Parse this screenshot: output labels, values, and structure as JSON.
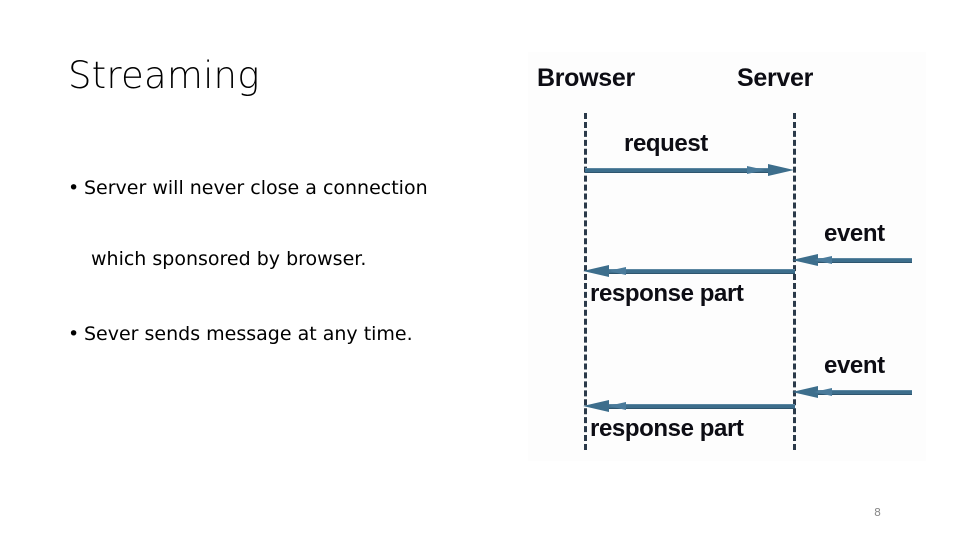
{
  "slide": {
    "title": "Streaming",
    "page_number": "8",
    "background_color": "#ffffff",
    "text_color": "#000000"
  },
  "body": {
    "bullet_marker": "•",
    "bullets": [
      {
        "marker": "•",
        "text": "Server will never close a connection"
      },
      {
        "marker": "",
        "text": "which sponsored by browser."
      },
      {
        "marker": "•",
        "text": "Sever sends message at any time."
      }
    ]
  },
  "diagram": {
    "type": "sequence-diagram",
    "accent_color": "#3d6e8c",
    "lifeline_color": "#2b3a4a",
    "background_color": "#fdfdfd",
    "participants": [
      {
        "name": "browser",
        "label": "Browser"
      },
      {
        "name": "server",
        "label": "Server"
      }
    ],
    "messages": [
      {
        "id": "request",
        "label": "request",
        "from": "browser",
        "to": "server",
        "direction": "right"
      },
      {
        "id": "event-1",
        "label": "event",
        "from": "external",
        "to": "server",
        "direction": "left"
      },
      {
        "id": "response-1",
        "label": "response part",
        "from": "server",
        "to": "browser",
        "direction": "left"
      },
      {
        "id": "event-2",
        "label": "event",
        "from": "external",
        "to": "server",
        "direction": "left"
      },
      {
        "id": "response-2",
        "label": "response part",
        "from": "server",
        "to": "browser",
        "direction": "left"
      }
    ]
  }
}
